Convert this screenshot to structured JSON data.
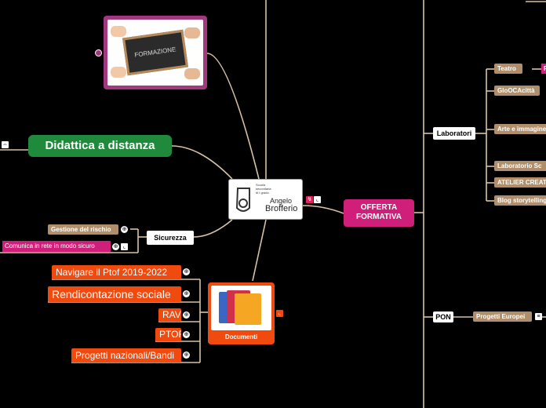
{
  "center": {
    "logo_line1": "Scuola",
    "logo_line2": "secondaria",
    "logo_line3": "di I grado",
    "logo_name1": "Angelo",
    "logo_name2": "Brofferio"
  },
  "left": {
    "formazione_card": "FORMAZIONE",
    "didattica": "Didattica a distanza",
    "sicurezza": "Sicurezza",
    "gestione_rischio": "Gestione del rischio",
    "comunica": "Comunica in rete in modo sicuro"
  },
  "documenti": {
    "label": "Documenti",
    "items": [
      "Navigare il Ptof 2019-2022",
      "Rendicontazione sociale",
      "RAV",
      "PTOF",
      "Progetti nazionali/Bandi"
    ]
  },
  "right": {
    "offerta": "OFFERTA FORMATIVA",
    "laboratori": "Laboratori",
    "lab_items": [
      "Teatro",
      "GIoOCAcittà",
      "Arte e immagine",
      "Laboratorio Sc",
      "ATELIER CREAT",
      "Blog storytelling"
    ],
    "pon": "PON",
    "progetti_europei": "Progetti Europei",
    "teatro_child": "F"
  },
  "colors": {
    "background": "#000000",
    "line": "#d8c3a5",
    "tan": "#b08e6b",
    "orange": "#f04a0f",
    "green": "#1f8a3b",
    "magenta": "#d01f7a",
    "purple_border": "#a2397e"
  }
}
